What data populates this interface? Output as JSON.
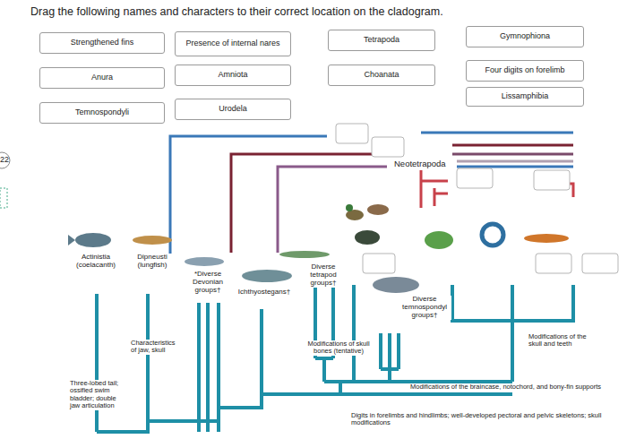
{
  "diagram": {
    "title": "Drag the following names and characters to their correct location on the cladogram.",
    "nodes": [
      {
        "text": [
          "Strengthened fins"
        ]
      },
      {
        "text": [
          "Presence of internal nares"
        ]
      },
      {
        "text": [
          "Tetrapoda"
        ]
      },
      {
        "text": [
          "Gymnophiona"
        ]
      },
      {
        "text": [
          "Anura"
        ]
      },
      {
        "text": [
          "Amniota"
        ]
      },
      {
        "text": [
          "Choanata"
        ]
      },
      {
        "text": [
          "Four digits on forelimb"
        ]
      },
      {
        "text": [
          "Lissamphibia"
        ]
      },
      {
        "text": [
          "Temnospondyli"
        ]
      },
      {
        "text": [
          "Urodela"
        ]
      }
    ],
    "labels": [
      "22",
      "Neotetrapoda",
      "Actinistia (coelacanth)",
      "Dipneusti (lungfish)",
      "*Diverse Devonian groups†",
      "Ichthyostegans†",
      "Diverse tetrapod groups†",
      "Diverse temnospondyl groups†",
      "Three-lobed tail; ossified swim bladder; double jaw articulation",
      "Characteristics of jaw, skull",
      "Modifications of skull bones (tentative)",
      "Modifications of the skull and teeth",
      "Modifications of the braincase, notochord, and bony-fin supports",
      "Digits in forelimbs and hindlimbs; well-developed pectoral and pelvic skeletons; skull modifications"
    ]
  }
}
